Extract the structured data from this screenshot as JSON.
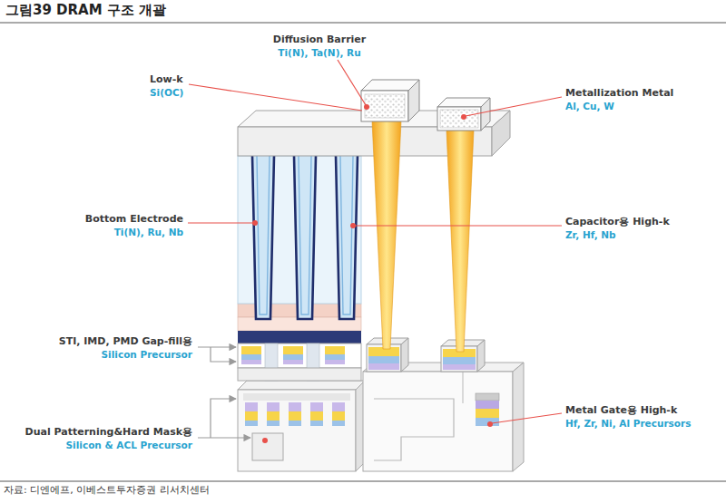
{
  "diagram": {
    "title": "그림39 DRAM 구조 개괄",
    "caption": "자료: 디엔에프, 이베스트투자증권 리서치센터",
    "labels": [
      "Diffusion Barrier",
      "Ti(N), Ta(N), Ru",
      "Low-k",
      "Si(OC)",
      "Metallization Metal",
      "Al, Cu, W",
      "Bottom Electrode",
      "Ti(N), Ru, Nb",
      "Capacitor용 High-k",
      "Zr, Hf, Nb",
      "STI, IMD, PMD Gap-fill용",
      "Silicon Precursor",
      "Dual Patterning&Hard Mask용",
      "Silicon & ACL Precursor",
      "Metal Gate용 High-k",
      "Hf, Zr, Ni, Al Precursors"
    ]
  }
}
